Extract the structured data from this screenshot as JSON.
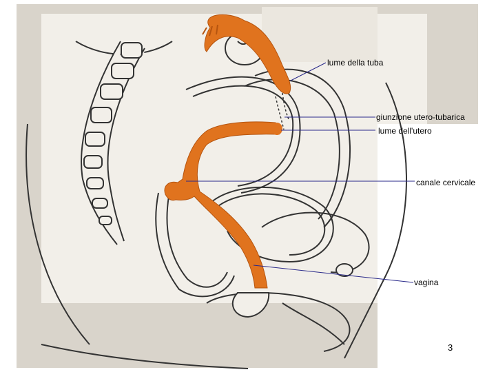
{
  "labels": {
    "tube_lumen": "lume della tuba",
    "uterotubal_junction": "giunzione utero-tubarica",
    "uterine_lumen": "lume dell'utero",
    "cervical_canal": "canale cervicale",
    "vagina": "vagina"
  },
  "slide_number": "3",
  "colors": {
    "organ_fill": "#e0731e",
    "leader_line": "#2a2a8a",
    "paper": "#f2efe9",
    "print_bg": "#d9d4cb",
    "outline": "#333333"
  }
}
